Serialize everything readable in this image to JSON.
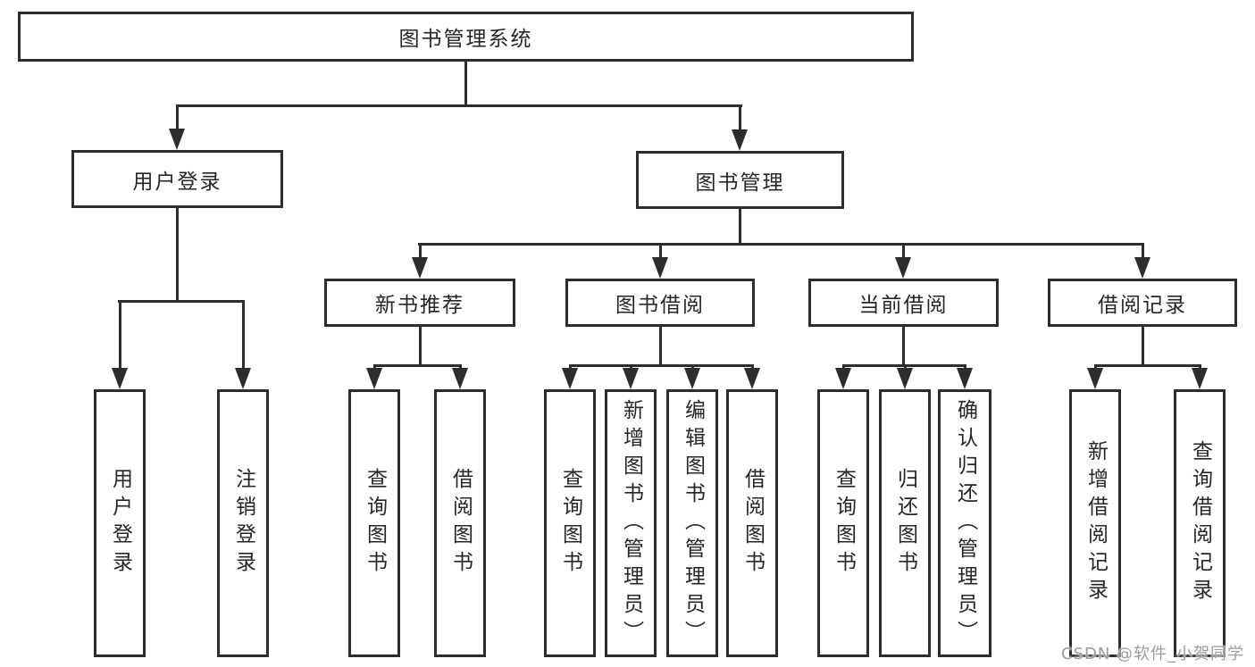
{
  "diagram": {
    "root": {
      "label": "图书管理系统"
    },
    "user_login": {
      "label": "用户登录",
      "children": [
        {
          "label": "用户登录"
        },
        {
          "label": "注销登录"
        }
      ]
    },
    "book_management": {
      "label": "图书管理",
      "children": [
        {
          "label": "新书推荐",
          "children": [
            {
              "label": "查询图书"
            },
            {
              "label": "借阅图书"
            }
          ]
        },
        {
          "label": "图书借阅",
          "children": [
            {
              "label": "查询图书"
            },
            {
              "label": "新增图书（管理员）"
            },
            {
              "label": "编辑图书（管理员）"
            },
            {
              "label": "借阅图书"
            }
          ]
        },
        {
          "label": "当前借阅",
          "children": [
            {
              "label": "查询图书"
            },
            {
              "label": "归还图书"
            },
            {
              "label": "确认归还（管理员）"
            }
          ]
        },
        {
          "label": "借阅记录",
          "children": [
            {
              "label": "新增借阅记录"
            },
            {
              "label": "查询借阅记录"
            }
          ]
        }
      ]
    }
  },
  "watermark": {
    "text": "CSDN @软件_小贺同学"
  },
  "colors": {
    "line": "#2d2d2d",
    "text": "#262626",
    "watermark": "#9b9b9b",
    "background": "#ffffff"
  }
}
